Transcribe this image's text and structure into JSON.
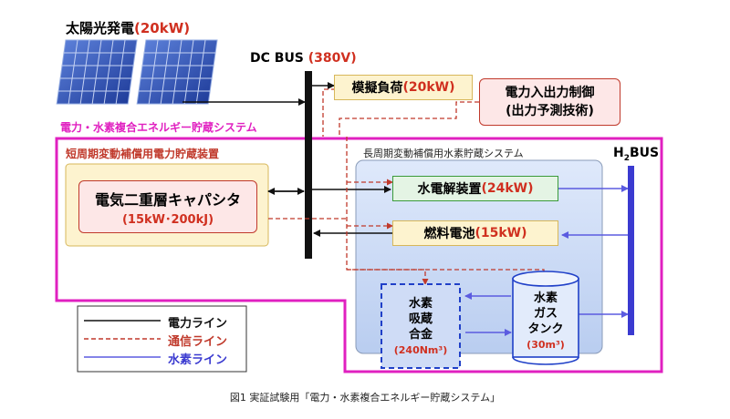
{
  "solar": {
    "label": "太陽光発電",
    "capacity": "(20kW)"
  },
  "dcbus": {
    "label": "DC BUS",
    "voltage": "(380V)"
  },
  "load": {
    "name": "模擬負荷",
    "capacity": "(20kW)"
  },
  "control": {
    "line1": "電力入出力制御",
    "line2": "(出力予測技術)"
  },
  "system_title": "電力・水素複合エネルギー貯蔵システム",
  "short_term": {
    "title": "短周期変動補償用電力貯蔵装置",
    "device": "電気二重層キャパシタ",
    "spec": "(15kW･200kJ)"
  },
  "long_term": {
    "title": "長周期変動補償用水素貯蔵システム",
    "electrolyzer_name": "水電解装置",
    "electrolyzer_capacity": "(24kW)",
    "fuelcell_name": "燃料電池",
    "fuelcell_capacity": "(15kW)",
    "alloy": [
      "水素",
      "吸蔵",
      "合金"
    ],
    "alloy_capacity": "(240Nm³)",
    "tank": [
      "水素",
      "ガス",
      "タンク"
    ],
    "tank_capacity": "(30m³)"
  },
  "h2bus": {
    "prefix": "H",
    "sub": "2",
    "suffix": "BUS"
  },
  "legend": [
    {
      "label": "電力ライン",
      "color": "#111111"
    },
    {
      "label": "通信ライン",
      "color": "#c0392b"
    },
    {
      "label": "水素ライン",
      "color": "#5b5be0"
    }
  ],
  "caption": "図1 実証試験用「電力・水素複合エネルギー貯蔵システム」",
  "colors": {
    "power": "#111111",
    "comm": "#c0392b",
    "hydrogen": "#5b5be0",
    "system_border": "#e020c0",
    "red_text": "#d03020"
  }
}
